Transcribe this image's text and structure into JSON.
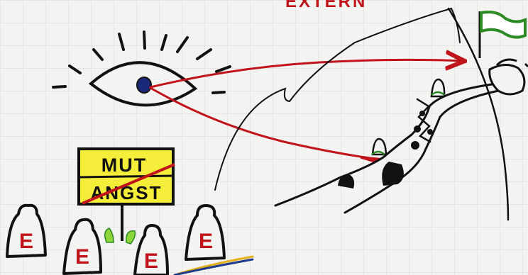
{
  "sign": {
    "top_word": "MUT",
    "bottom_word": "ANGST"
  },
  "header": {
    "partial_word": "EXTERN"
  },
  "people": {
    "letter": "E"
  },
  "colors": {
    "grid_line": "#d8d8d5",
    "ink": "#111111",
    "red": "#c0141a",
    "sign_yellow": "#f4ee3a",
    "green": "#2c8a24",
    "leaf_green": "#8ed63a",
    "eye_blue": "#1a2a7a"
  }
}
